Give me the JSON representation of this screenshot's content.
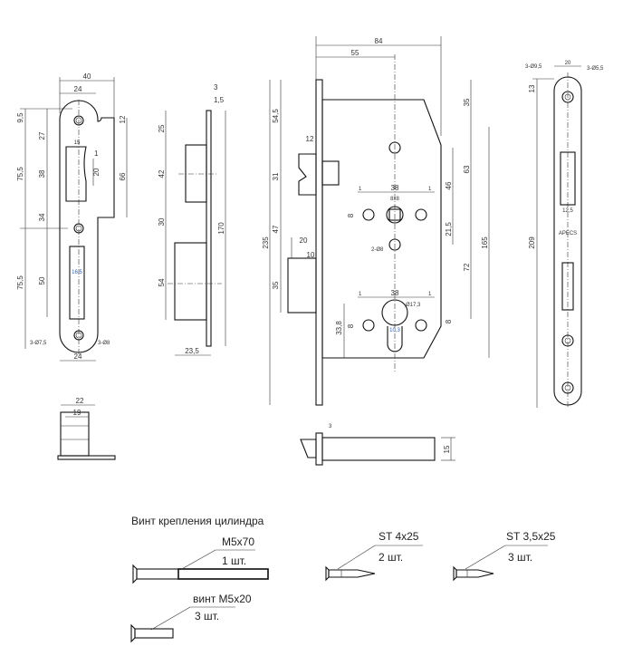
{
  "strike_plate": {
    "dims": {
      "w40": "40",
      "w24": "24",
      "h9_5": "9,5",
      "h75_5a": "75,5",
      "h75_5b": "75,5",
      "h27": "27",
      "h38": "38",
      "h34": "34",
      "h50": "50",
      "w15": "15",
      "d1": "1",
      "h20": "20",
      "h12": "12",
      "h66": "66",
      "w16_5": "16,5",
      "holes_left": "3-Ø7,5",
      "holes_right": "3-Ø8",
      "w24b": "24"
    }
  },
  "strike_side": {
    "dims": {
      "t3": "3",
      "t1_5": "1,5",
      "h25": "25",
      "h42": "42",
      "h30": "30",
      "h54": "54",
      "h170": "170",
      "w23_5": "23,5"
    }
  },
  "strike_bottom": {
    "dims": {
      "w22": "22",
      "w19": "19"
    }
  },
  "lock_body": {
    "dims": {
      "w84": "84",
      "w55": "55",
      "h35r": "35",
      "h63": "63",
      "h46": "46",
      "h21_5": "21,5",
      "h72": "72",
      "h165": "165",
      "h8r": "8",
      "h235": "235",
      "h54_5": "54,5",
      "h31": "31",
      "h47": "47",
      "h35l": "35",
      "w12": "12",
      "w20": "20",
      "w10": "10",
      "w38a": "38",
      "w38b": "38",
      "sq": "8x8",
      "d1a": "1",
      "d1b": "1",
      "d1c": "1",
      "d1d": "1",
      "h8a": "8",
      "h8b": "8",
      "holes": "2-Ø8",
      "cyl": "Ø17,3",
      "w10_3": "10,3",
      "h33_8": "33,8"
    }
  },
  "bolt_view": {
    "dims": {
      "t3": "3",
      "h15": "15"
    }
  },
  "face_plate": {
    "dims": {
      "w20": "20",
      "holes_outer": "3-Ø9,5",
      "holes_inner": "3-Ø5,5",
      "h13": "13",
      "h209": "209",
      "w12_5": "12,5"
    },
    "brand": "APECS"
  },
  "screws": {
    "title": "Винт крепления цилиндра",
    "m5x70": {
      "name": "M5x70",
      "qty": "1 шт."
    },
    "m5x20": {
      "name": "винт M5x20",
      "qty": "3 шт."
    },
    "st4x25": {
      "name": "ST 4x25",
      "qty": "2 шт."
    },
    "st35x25": {
      "name": "ST 3,5x25",
      "qty": "3 шт."
    }
  }
}
